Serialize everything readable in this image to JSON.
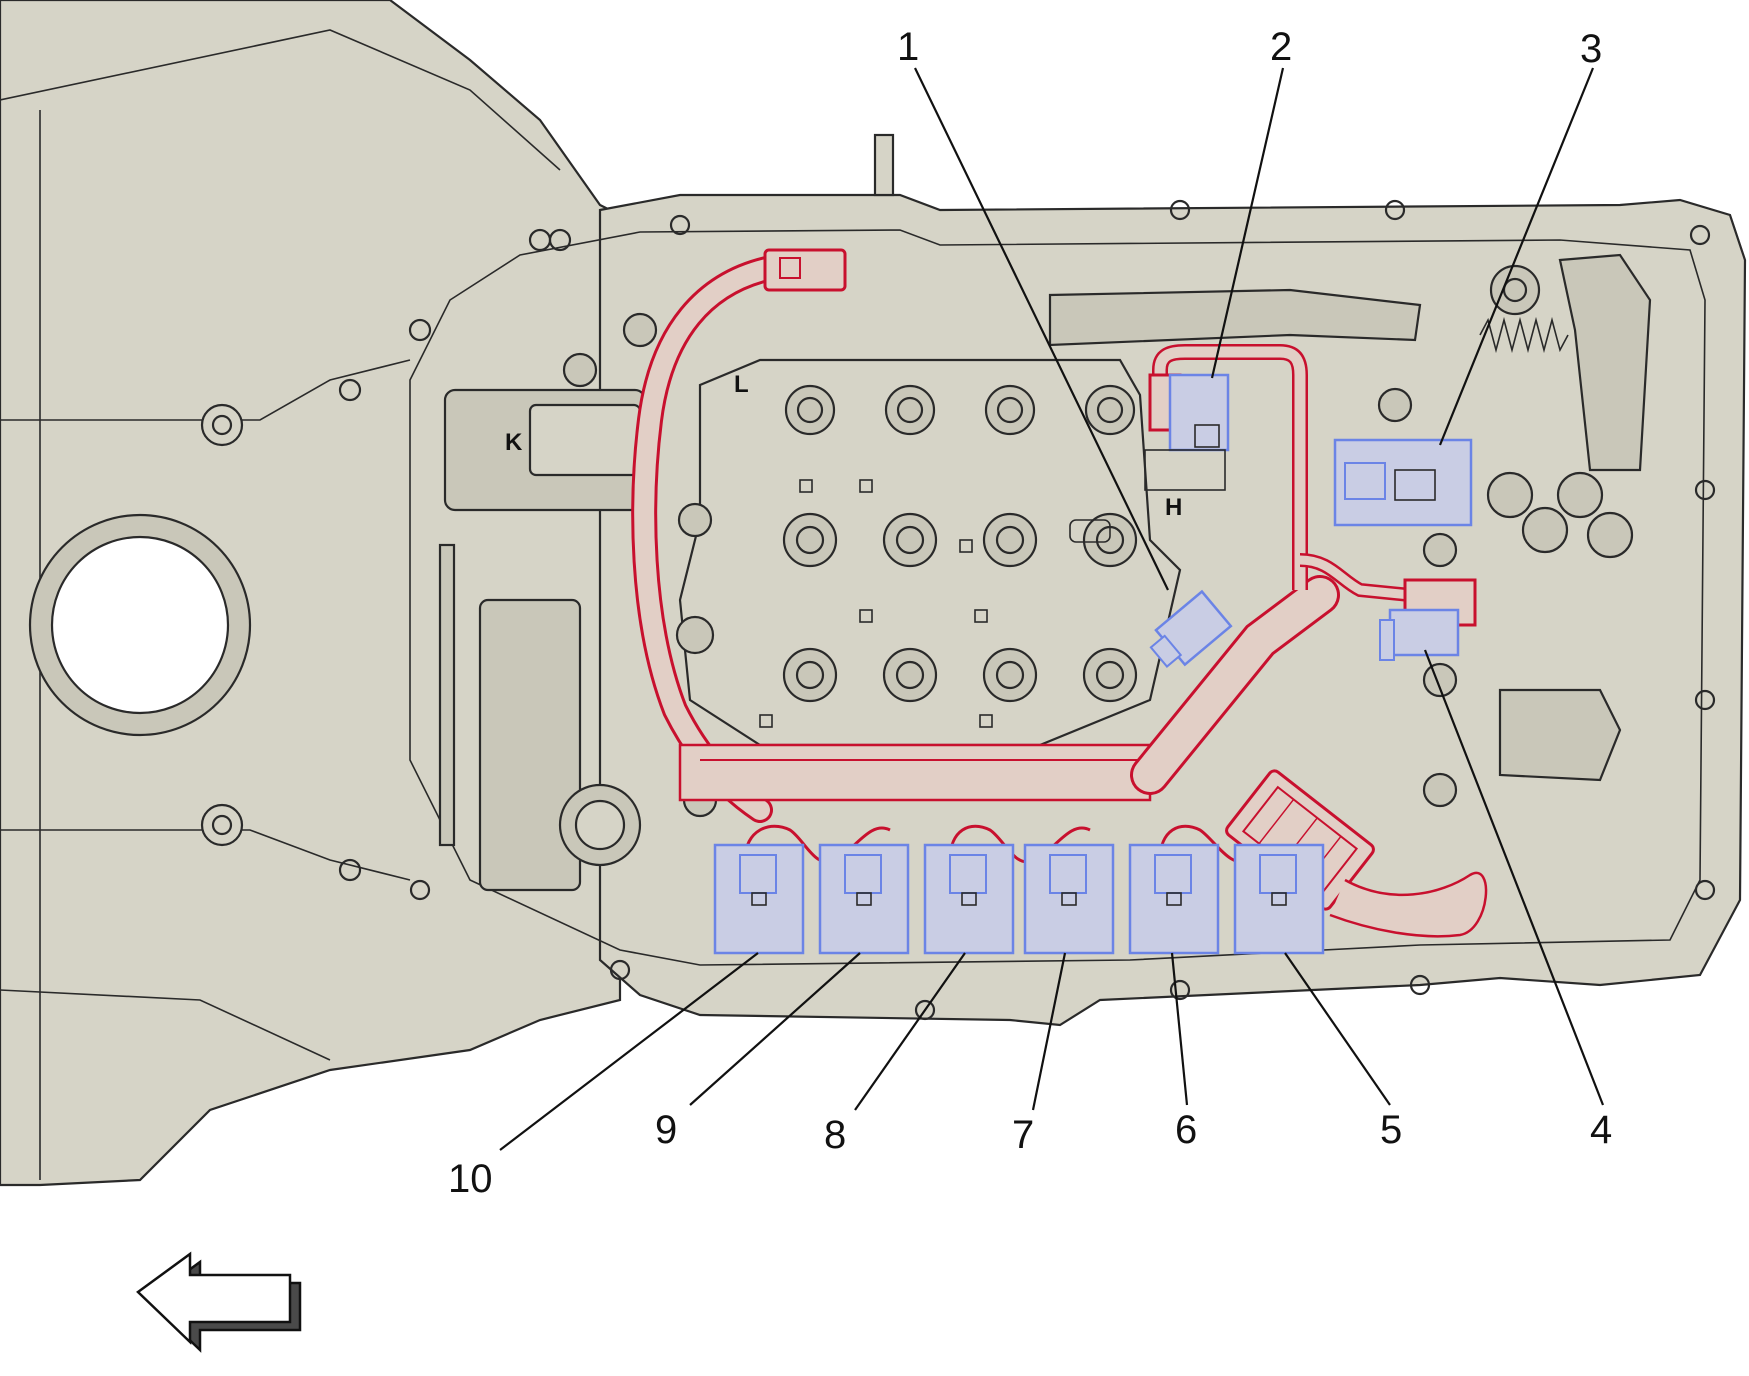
{
  "colors": {
    "housing_fill": "#d6d4c7",
    "housing_fill_dark": "#c9c7b9",
    "outline": "#2a2a2a",
    "harness_red": "#c8102e",
    "harness_fill": "#e2cfc6",
    "sensor_blue": "#6b84e6",
    "sensor_fill": "#c9cde4",
    "callout_text": "#111111"
  },
  "callouts": [
    {
      "id": "1",
      "label": "1"
    },
    {
      "id": "2",
      "label": "2"
    },
    {
      "id": "3",
      "label": "3"
    },
    {
      "id": "4",
      "label": "4"
    },
    {
      "id": "5",
      "label": "5"
    },
    {
      "id": "6",
      "label": "6"
    },
    {
      "id": "7",
      "label": "7"
    },
    {
      "id": "8",
      "label": "8"
    },
    {
      "id": "9",
      "label": "9"
    },
    {
      "id": "10",
      "label": "10"
    }
  ],
  "embossed_letters": {
    "k": "K",
    "l": "L",
    "h": "H"
  },
  "direction_arrow": "left-pointing arrow"
}
